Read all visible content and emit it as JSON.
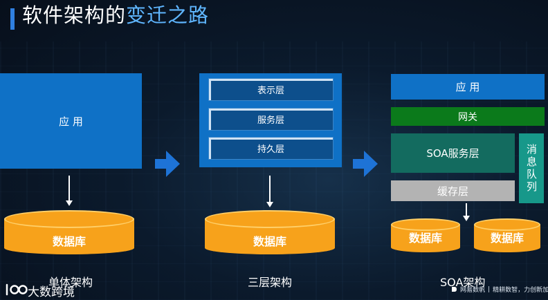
{
  "title": {
    "prefix": "软件架构的",
    "highlight": "变迁之路"
  },
  "monolith": {
    "app_label": "应 用",
    "db_label": "数据库",
    "caption": "单体架构"
  },
  "three_tier": {
    "layers": [
      "表示层",
      "服务层",
      "持久层"
    ],
    "db_label": "数据库",
    "caption": "三层架构"
  },
  "soa": {
    "app_label": "应 用",
    "gateway_label": "网关",
    "service_label": "SOA服务层",
    "mq_label": "消息队列",
    "cache_label": "缓存层",
    "db_labels": [
      "数据库",
      "数据库"
    ],
    "caption": "SOA架构"
  },
  "watermark": {
    "logo_text": "大数跨境"
  },
  "footer": {
    "brand": "网易数帆",
    "separator": "|",
    "slogan": "精耕数智，力创新加速"
  },
  "colors": {
    "accent_blue": "#0f71c6",
    "gateway_green": "#0b7a1b",
    "service_teal": "#136b5f",
    "mq_teal": "#17988a",
    "cache_gray": "#b3b3b3",
    "database_orange": "#f7a21b"
  }
}
